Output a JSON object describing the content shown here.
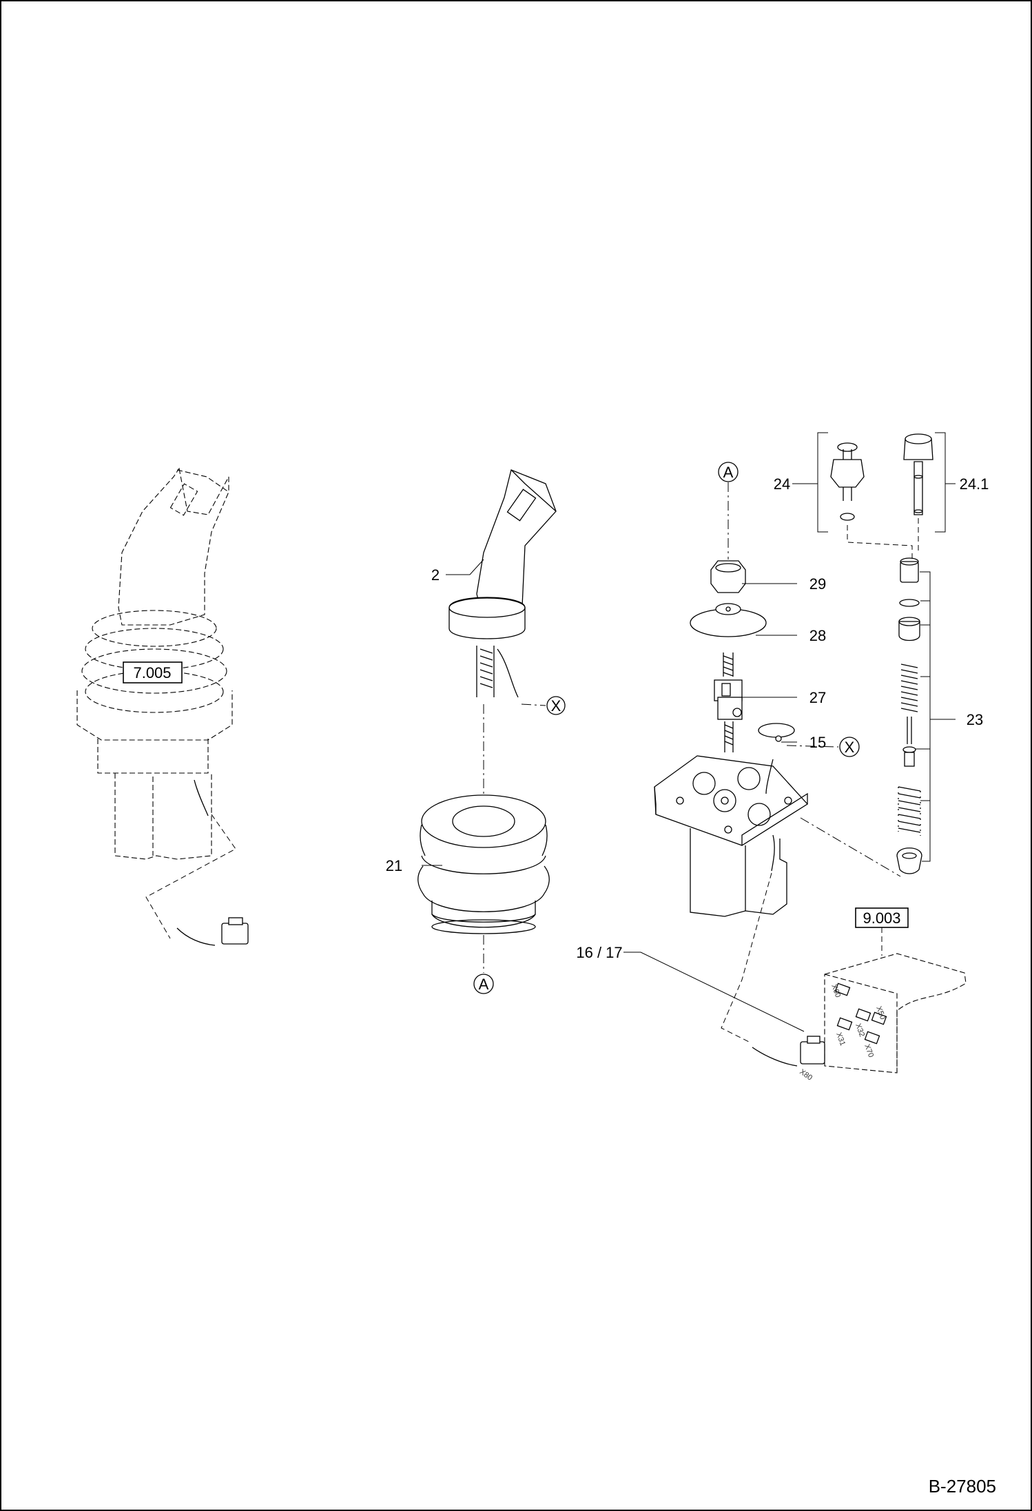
{
  "drawing": {
    "document_code": "B-27805",
    "reference_boxes": [
      "7.005",
      "9.003"
    ],
    "callouts": {
      "c2": "2",
      "c21": "21",
      "c29": "29",
      "c28": "28",
      "c27": "27",
      "c15": "15",
      "c24": "24",
      "c24_1": "24.1",
      "c23": "23",
      "c16_17": "16 / 17"
    },
    "connectors": {
      "a_top": "A",
      "a_bottom": "A",
      "x_left": "X",
      "x_right": "X"
    },
    "connector_codes": [
      "X60",
      "X50",
      "X32",
      "X31",
      "X70",
      "X80"
    ]
  }
}
